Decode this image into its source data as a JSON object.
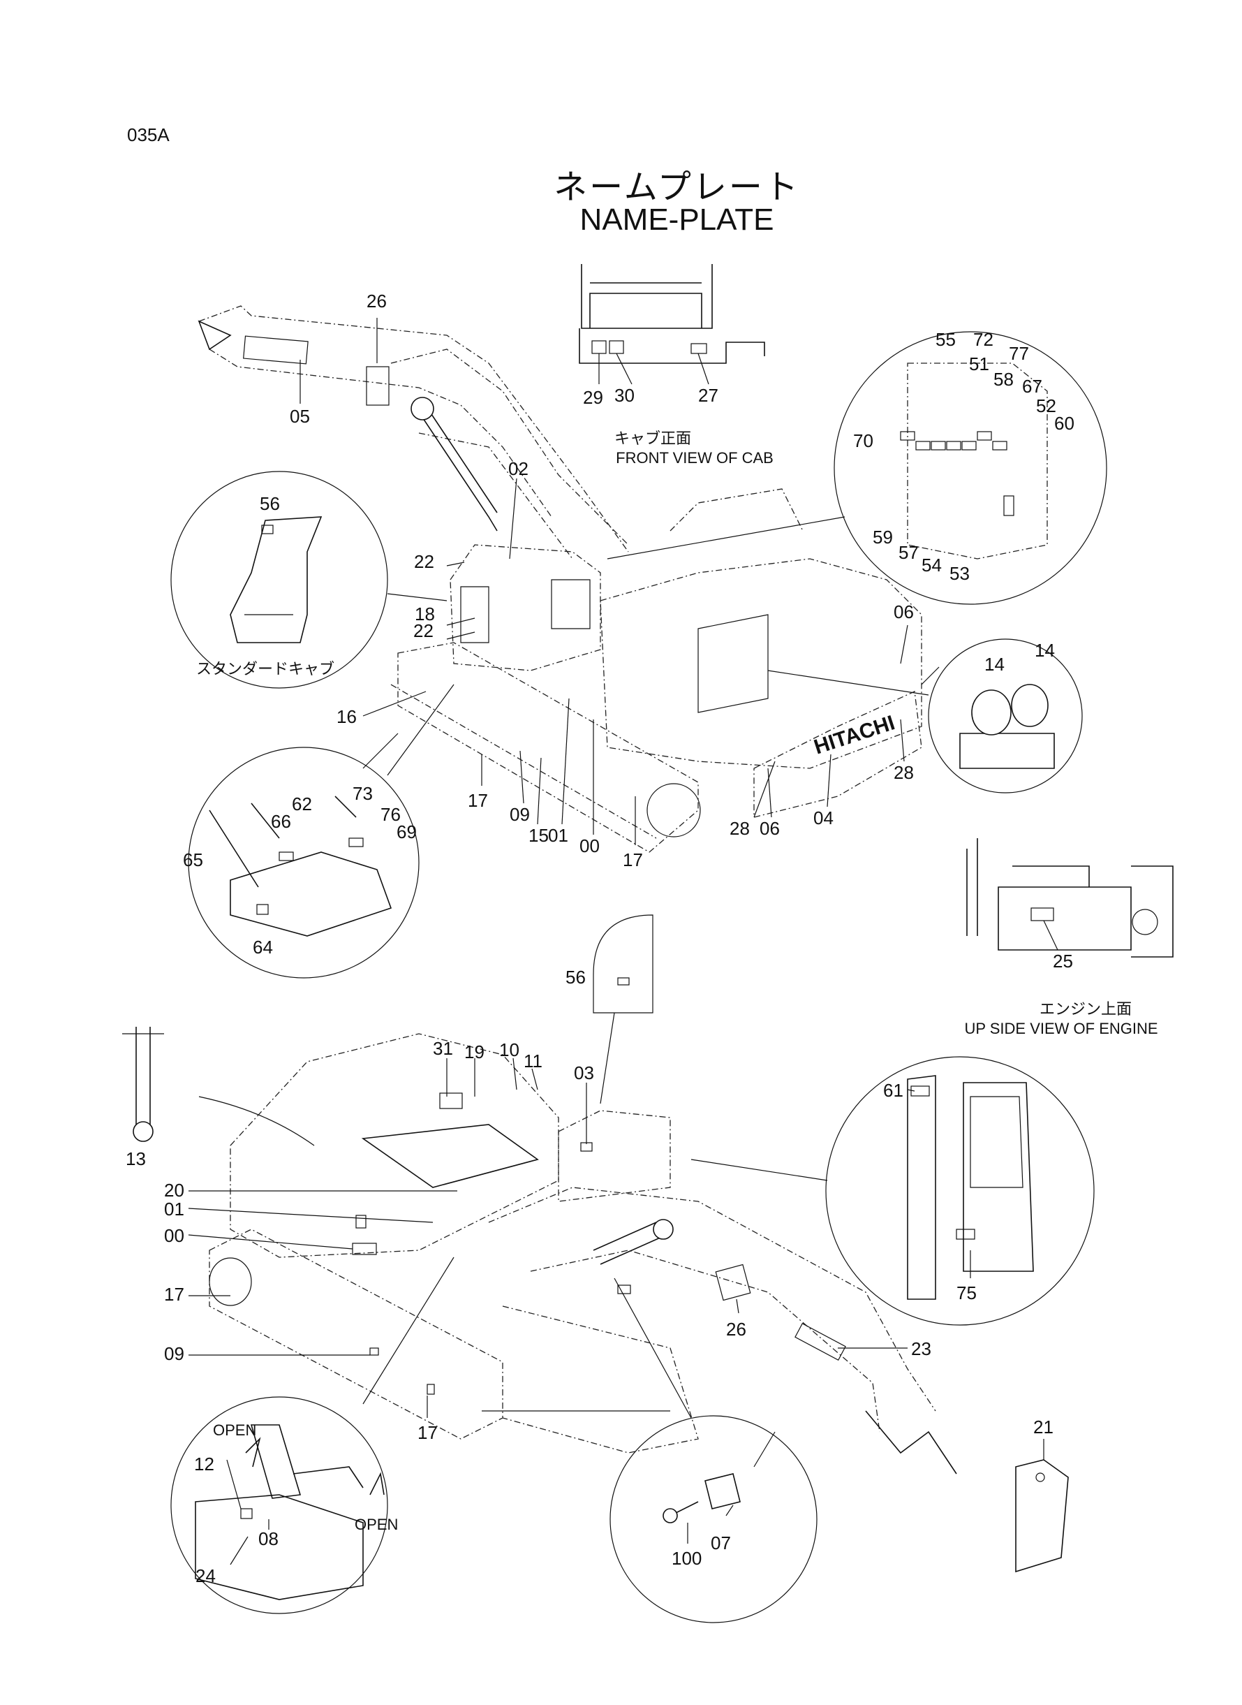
{
  "doc_code": "035A",
  "title_jp": "ネームプレート",
  "title_en": "NAME-PLATE",
  "captions": {
    "cab_front_jp": "キャブ正面",
    "cab_front_en": "FRONT VIEW OF CAB",
    "standard_cab_jp": "スタンダードキャブ",
    "engine_top_jp": "エンジン上面",
    "engine_top_en": "UP SIDE VIEW OF ENGINE",
    "brand": "HITACHI",
    "open_1": "OPEN",
    "open_2": "OPEN"
  },
  "callouts": {
    "top_boom": [
      "26",
      "05",
      "02"
    ],
    "cab_front": [
      "29",
      "30",
      "27"
    ],
    "cab_detail": [
      "55",
      "72",
      "51",
      "77",
      "58",
      "67",
      "52",
      "60",
      "70",
      "59",
      "57",
      "54",
      "53"
    ],
    "standard_cab": [
      "56"
    ],
    "upper_machine": [
      "22",
      "18",
      "22",
      "16",
      "17",
      "09",
      "15",
      "01",
      "00",
      "17",
      "28",
      "06",
      "04",
      "28",
      "06"
    ],
    "engine_tanks": [
      "14",
      "14"
    ],
    "lever_detail": [
      "73",
      "76",
      "62",
      "69",
      "66",
      "65",
      "64"
    ],
    "engine_side": [
      "25"
    ],
    "rear_left": [
      "13"
    ],
    "rear_machine": [
      "31",
      "19",
      "10",
      "11",
      "03",
      "56",
      "20",
      "01",
      "00",
      "17",
      "09",
      "17",
      "26",
      "23"
    ],
    "door_detail": [
      "61",
      "75"
    ],
    "open_box": [
      "12",
      "08",
      "24"
    ],
    "plate_detail": [
      "100",
      "07"
    ],
    "tag": [
      "21"
    ]
  }
}
